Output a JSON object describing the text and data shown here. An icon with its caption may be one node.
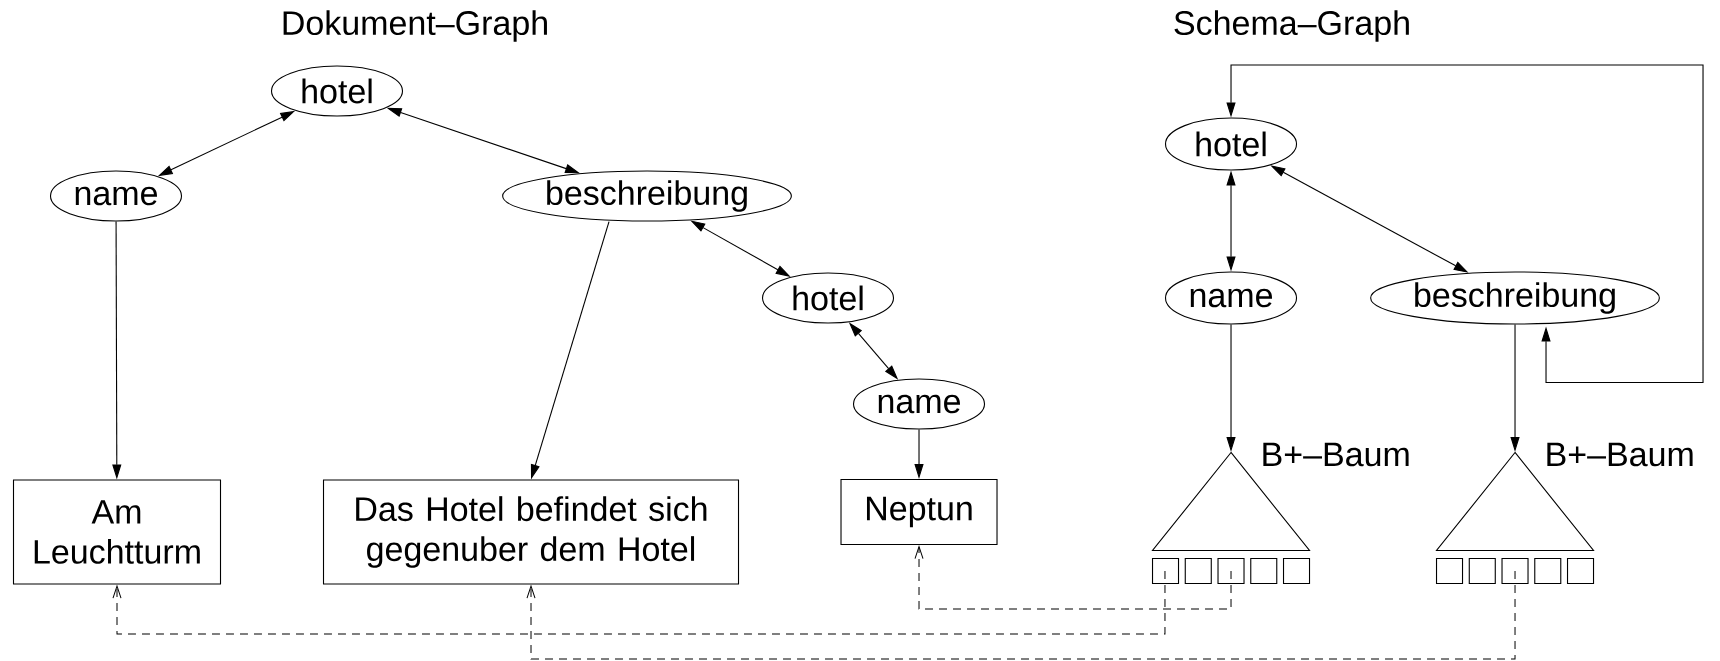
{
  "diagram": {
    "nodes": [
      {
        "text": [
          "hotel"
        ]
      },
      {
        "text": [
          "name"
        ]
      },
      {
        "text": [
          "beschreibung"
        ]
      },
      {
        "text": [
          "hotel"
        ]
      },
      {
        "text": [
          "name"
        ]
      },
      {
        "text": [
          "Am Leuchtturm"
        ]
      },
      {
        "text": [
          "Das Hotel befindet sich gegenuber dem Hotel"
        ]
      },
      {
        "text": [
          "Neptun"
        ]
      },
      {
        "text": [
          "hotel"
        ]
      },
      {
        "text": [
          "name"
        ]
      },
      {
        "text": [
          "beschreibung"
        ]
      },
      {
        "text": [],
        "shape": "triangle",
        "beside": [
          "B+–Baum"
        ]
      },
      {
        "text": [],
        "shape": "triangle",
        "beside": [
          "B+–Baum"
        ]
      }
    ],
    "edges": [
      {
        "from": 0,
        "to": 1,
        "arrow": "both"
      },
      {
        "from": 0,
        "to": 2,
        "arrow": "both"
      },
      {
        "from": 2,
        "to": 3,
        "arrow": "both"
      },
      {
        "from": 3,
        "to": 4,
        "arrow": "both"
      },
      {
        "from": 1,
        "to": 5,
        "arrow": "to"
      },
      {
        "from": 2,
        "to": 6,
        "arrow": "to"
      },
      {
        "from": 4,
        "to": 7,
        "arrow": "to"
      },
      {
        "from": 8,
        "to": 9,
        "arrow": "both"
      },
      {
        "from": 8,
        "to": 10,
        "arrow": "both"
      },
      {
        "from": 9,
        "to": 11,
        "arrow": "to"
      },
      {
        "from": 10,
        "to": 12,
        "arrow": "to"
      },
      {
        "from": 10,
        "to": 8,
        "arrow": "both"
      },
      {
        "from": 11,
        "to": 7,
        "arrow": "to",
        "style": "dashed"
      },
      {
        "from": 11,
        "to": 5,
        "arrow": "to",
        "style": "dashed"
      },
      {
        "from": 12,
        "to": 6,
        "arrow": "to",
        "style": "dashed"
      }
    ],
    "labels": [
      "Dokument–Graph",
      "Schema–Graph"
    ]
  }
}
